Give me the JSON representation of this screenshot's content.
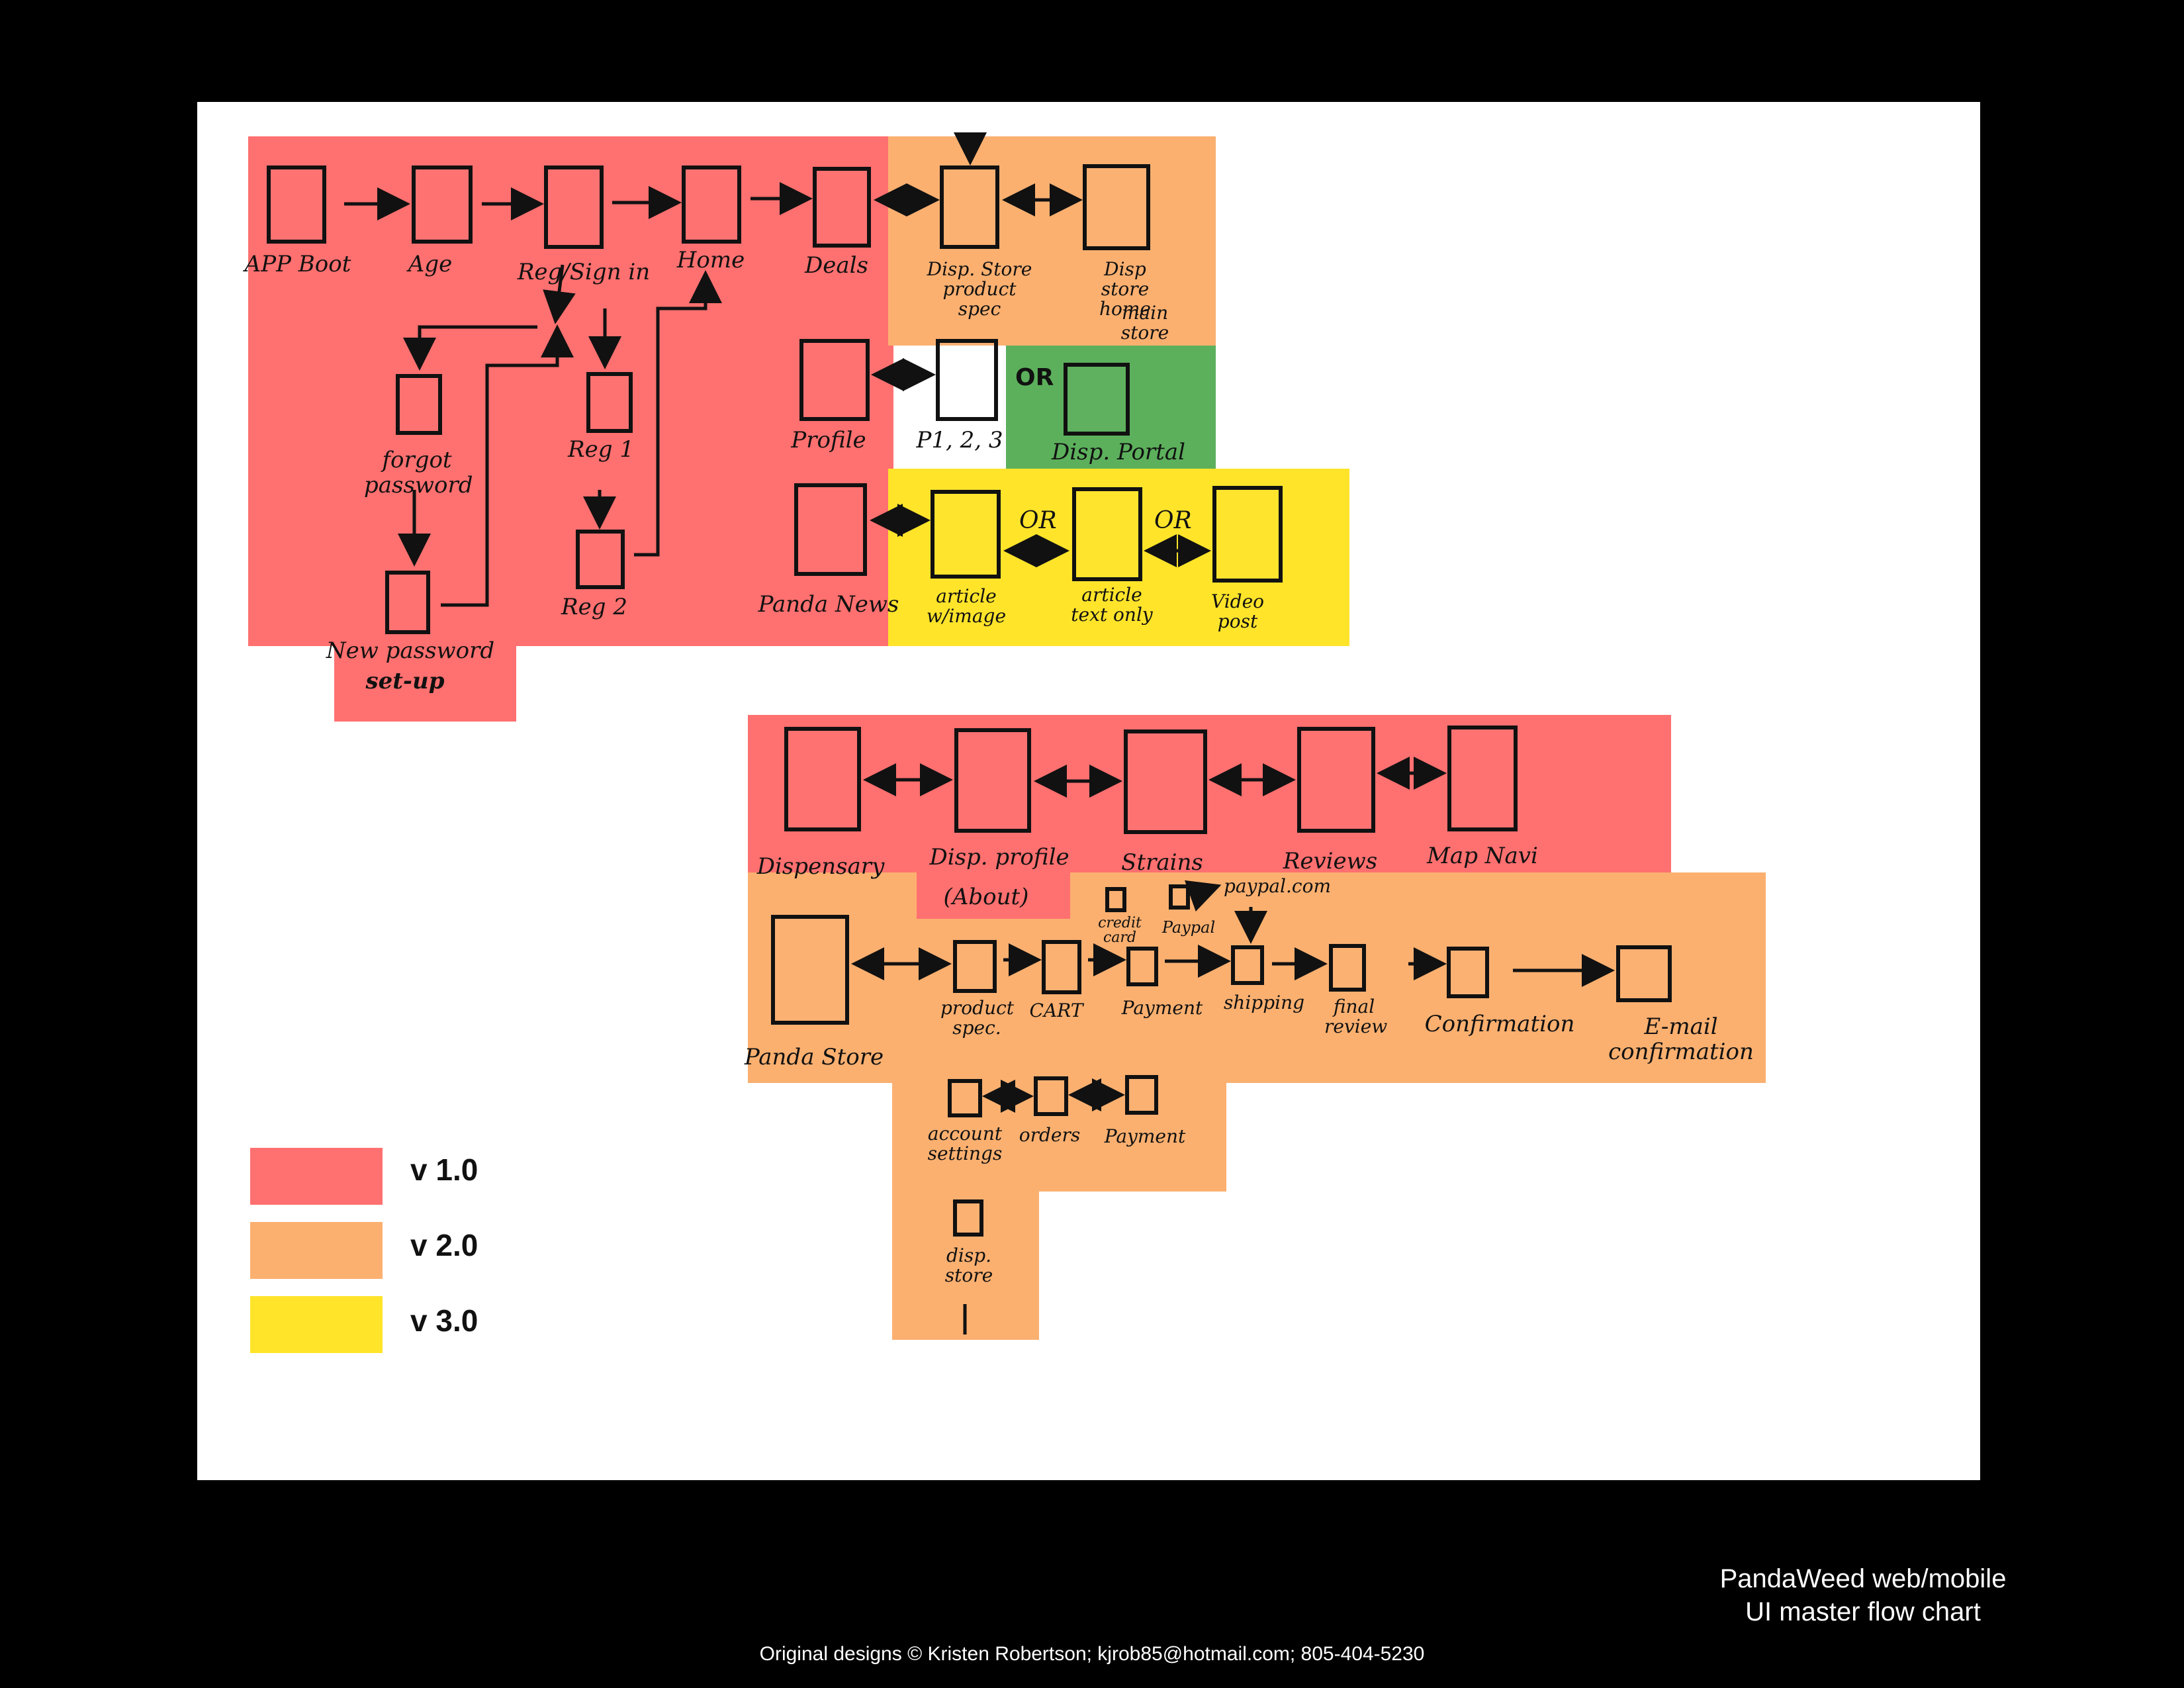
{
  "colors": {
    "v1": "#ff7070",
    "v2": "#fbb070",
    "v3": "#ffe42a",
    "green": "#5cb05c"
  },
  "top_flow": {
    "app_boot": "APP Boot",
    "age": "Age",
    "reg_sign_in": "Reg/Sign in",
    "home": "Home",
    "deals": "Deals",
    "disp_store_product_spec": "Disp. Store product spec",
    "disp_store_home": "Disp store home",
    "main_store": "main store",
    "forgot_password": "forgot password",
    "new_password": "New password",
    "set_up": "set-up",
    "reg1": "Reg 1",
    "reg2": "Reg 2",
    "profile": "Profile",
    "p123": "P1, 2, 3",
    "or_green": "OR",
    "disp_portal": "Disp. Portal",
    "panda_news": "Panda News",
    "article_image": "article w/image",
    "or1": "OR",
    "article_text": "article text only",
    "or2": "OR",
    "video_post": "Video post"
  },
  "bottom_flow": {
    "dispensary": "Dispensary",
    "disp_profile": "Disp. profile",
    "about": "(About)",
    "strains": "Strains",
    "reviews": "Reviews",
    "map_navi": "Map Navi",
    "panda_store": "Panda Store",
    "product_spec": "product spec.",
    "cart": "CART",
    "credit_card": "credit card",
    "paypal": "Paypal",
    "paypal_com": "paypal.com",
    "payment": "Payment",
    "shipping": "shipping",
    "final_review": "final review",
    "confirmation": "Confirmation",
    "email_confirmation": "E-mail confirmation",
    "account_settings": "account settings",
    "orders": "orders",
    "payment2": "Payment",
    "disp_store": "disp. store"
  },
  "legend": [
    {
      "label": "v 1.0",
      "color": "#ff7070"
    },
    {
      "label": "v 2.0",
      "color": "#fbb070"
    },
    {
      "label": "v 3.0",
      "color": "#ffe42a"
    }
  ],
  "footer": {
    "title_line1": "PandaWeed web/mobile",
    "title_line2": "UI master flow chart",
    "credit": "Original designs © Kristen Robertson; kjrob85@hotmail.com; 805-404-5230"
  }
}
